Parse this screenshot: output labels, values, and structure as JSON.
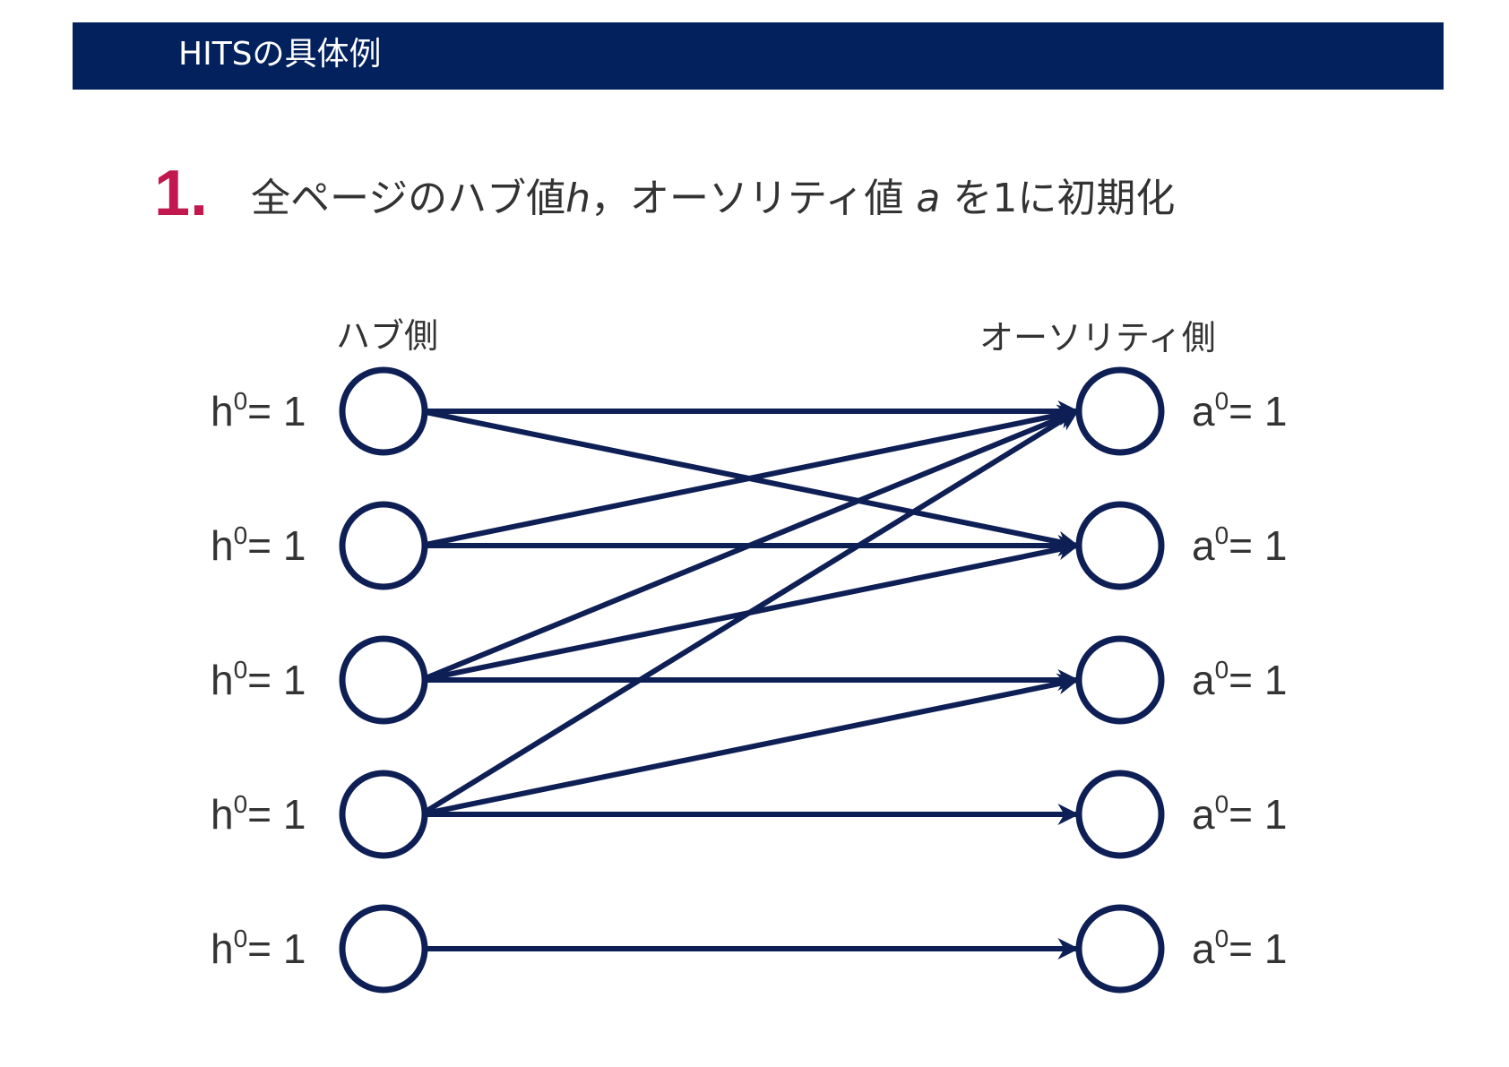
{
  "header": {
    "title": "HITSの具体例"
  },
  "step": {
    "number": "1.",
    "text_prefix": "全ページのハブ値",
    "hub_var": "h",
    "text_middle": "，オーソリティ値 ",
    "auth_var": "a",
    "text_suffix": " を1に初期化"
  },
  "diagram": {
    "hub_side_label": "ハブ側",
    "authority_side_label": "オーソリティ側",
    "hub_nodes": [
      {
        "symbol": "h",
        "sup": "0",
        "value": "= 1"
      },
      {
        "symbol": "h",
        "sup": "0",
        "value": "= 1"
      },
      {
        "symbol": "h",
        "sup": "0",
        "value": "= 1"
      },
      {
        "symbol": "h",
        "sup": "0",
        "value": "= 1"
      },
      {
        "symbol": "h",
        "sup": "0",
        "value": "= 1"
      }
    ],
    "authority_nodes": [
      {
        "symbol": "a",
        "sup": "0",
        "value": "= 1"
      },
      {
        "symbol": "a",
        "sup": "0",
        "value": "= 1"
      },
      {
        "symbol": "a",
        "sup": "0",
        "value": "= 1"
      },
      {
        "symbol": "a",
        "sup": "0",
        "value": "= 1"
      },
      {
        "symbol": "a",
        "sup": "0",
        "value": "= 1"
      }
    ],
    "edges": [
      {
        "from": 0,
        "to": 0
      },
      {
        "from": 0,
        "to": 1
      },
      {
        "from": 1,
        "to": 0
      },
      {
        "from": 1,
        "to": 1
      },
      {
        "from": 2,
        "to": 0
      },
      {
        "from": 2,
        "to": 1
      },
      {
        "from": 2,
        "to": 2
      },
      {
        "from": 3,
        "to": 0
      },
      {
        "from": 3,
        "to": 2
      },
      {
        "from": 3,
        "to": 3
      },
      {
        "from": 4,
        "to": 4
      }
    ]
  },
  "colors": {
    "header_bg": "#03215c",
    "accent": "#c0184f",
    "diagram_stroke": "#0e1f55",
    "text": "#333333"
  }
}
